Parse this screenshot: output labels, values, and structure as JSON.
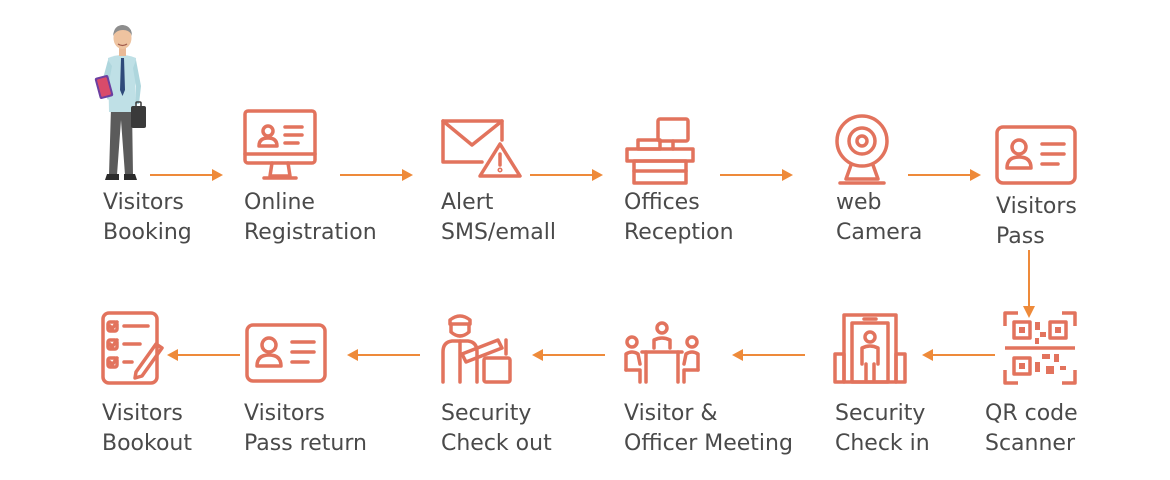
{
  "colors": {
    "icon": "#e2735d",
    "arrow": "#ee8a3a",
    "text": "#4a4a4a"
  },
  "steps": [
    {
      "id": "visitors-booking",
      "icon": "businessman-figure",
      "line1": "Visitors",
      "line2": "Booking"
    },
    {
      "id": "online-registration",
      "icon": "monitor-id-card-icon",
      "line1": "Online",
      "line2": "Registration"
    },
    {
      "id": "alert-sms-email",
      "icon": "envelope-warning-icon",
      "line1": "Alert",
      "line2": "SMS/emall"
    },
    {
      "id": "offices-reception",
      "icon": "reception-desk-icon",
      "line1": "Offices",
      "line2": "Reception"
    },
    {
      "id": "web-camera",
      "icon": "webcam-icon",
      "line1": "web",
      "line2": "Camera"
    },
    {
      "id": "visitors-pass",
      "icon": "id-card-icon",
      "line1": "Visitors",
      "line2": "Pass"
    },
    {
      "id": "qr-code-scanner",
      "icon": "qr-code-icon",
      "line1": "QR code",
      "line2": "Scanner"
    },
    {
      "id": "security-check-in",
      "icon": "security-gate-icon",
      "line1": "Security",
      "line2": "Check in"
    },
    {
      "id": "visitor-officer-meeting",
      "icon": "meeting-table-icon",
      "line1": "Visitor &",
      "line2": "Officer Meeting"
    },
    {
      "id": "security-check-out",
      "icon": "security-guard-icon",
      "line1": "Security",
      "line2": "Check out"
    },
    {
      "id": "visitors-pass-return",
      "icon": "id-card-icon",
      "line1": "Visitors",
      "line2": "Pass return"
    },
    {
      "id": "visitors-bookout",
      "icon": "checklist-icon",
      "line1": "Visitors",
      "line2": "Bookout"
    }
  ]
}
